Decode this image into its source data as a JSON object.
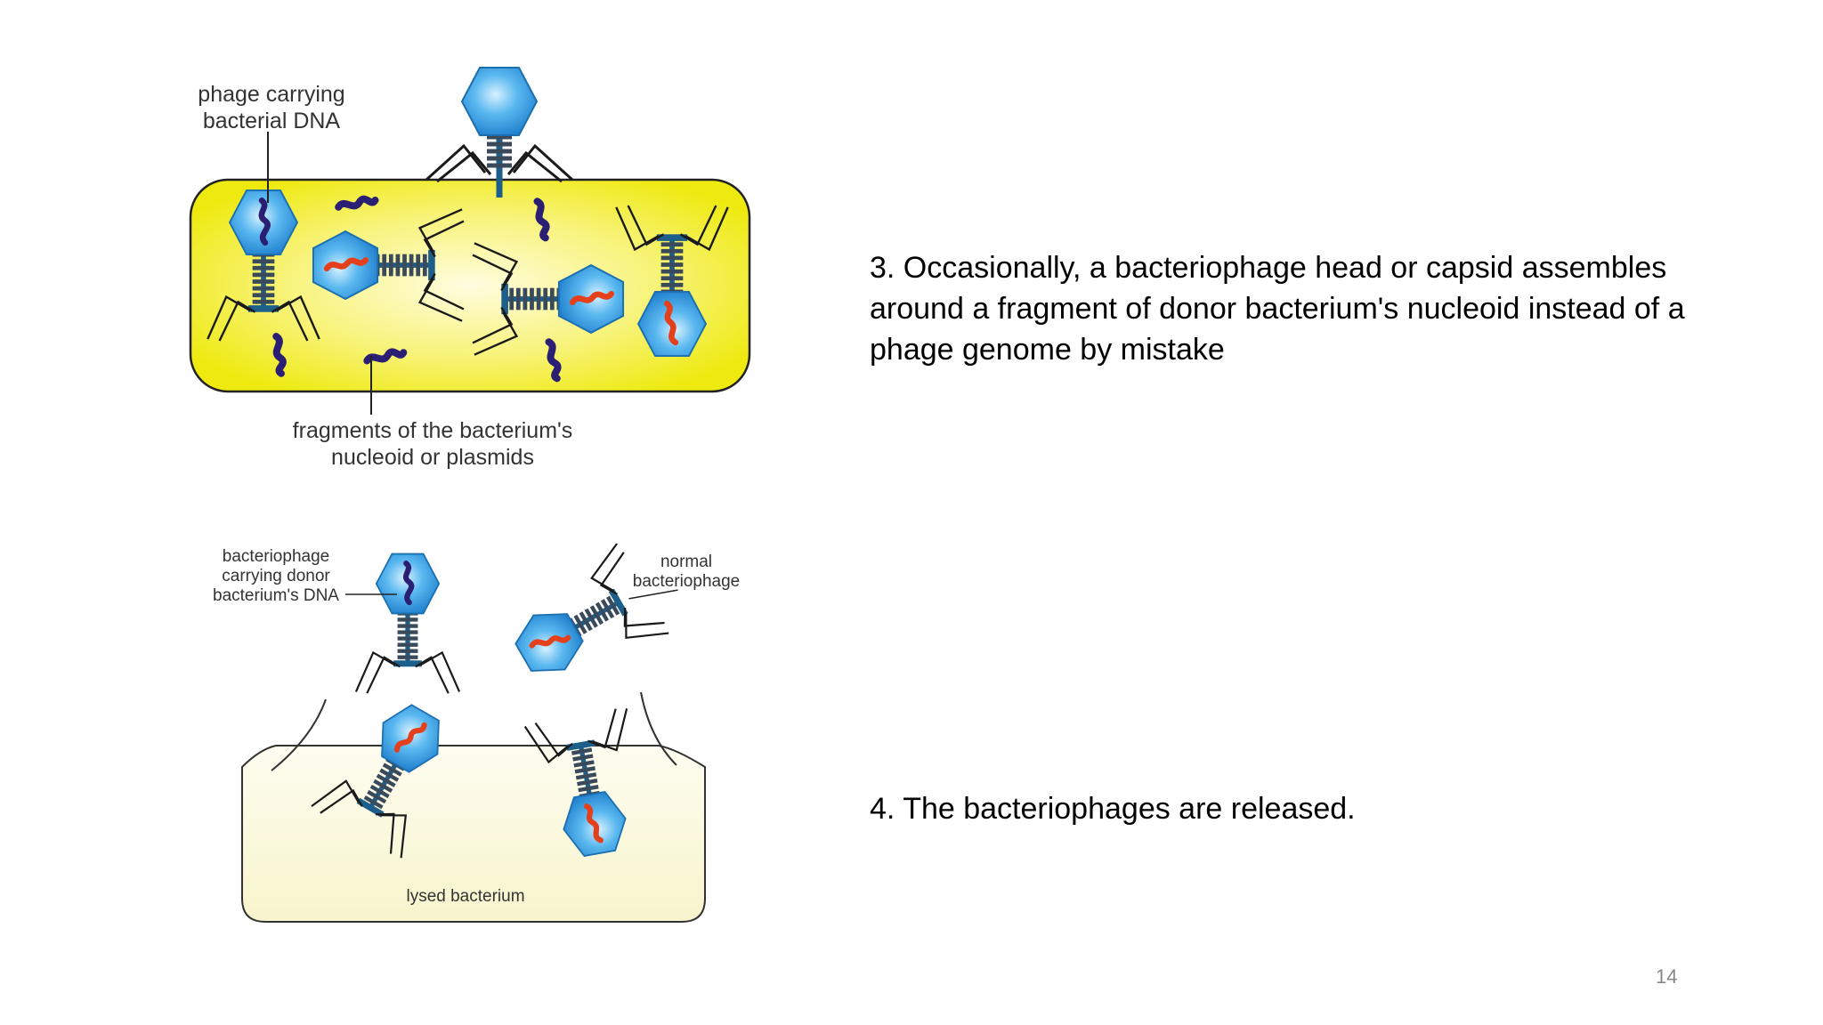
{
  "top_diagram": {
    "label_phage_line1": "phage carrying",
    "label_phage_line2": "bacterial DNA",
    "label_fragments_line1": "fragments of the bacterium's",
    "label_fragments_line2": "nucleoid or plasmids"
  },
  "bottom_diagram": {
    "label_donor_line1": "bacteriophage",
    "label_donor_line2": "carrying donor",
    "label_donor_line3": "bacterium's DNA",
    "label_normal_line1": "normal",
    "label_normal_line2": "bacteriophage",
    "label_lysed": "lysed bacterium"
  },
  "steps": {
    "step3": "3.  Occasionally, a bacteriophage head or capsid assembles around a fragment of donor bacterium's nucleoid instead of a phage genome by mistake",
    "step4": "4. The bacteriophages are released."
  },
  "page_number": "14",
  "colors": {
    "cell_yellow": "#f2ef2a",
    "cell_light": "#fbf8d8",
    "capsid_blue": "#2f9ee6",
    "tail_blue": "#1d5f8a",
    "bacterial_dna": "#2b1f73",
    "phage_dna": "#e5401c"
  },
  "icons": [
    "phage-icon",
    "dna-fragment-icon"
  ]
}
